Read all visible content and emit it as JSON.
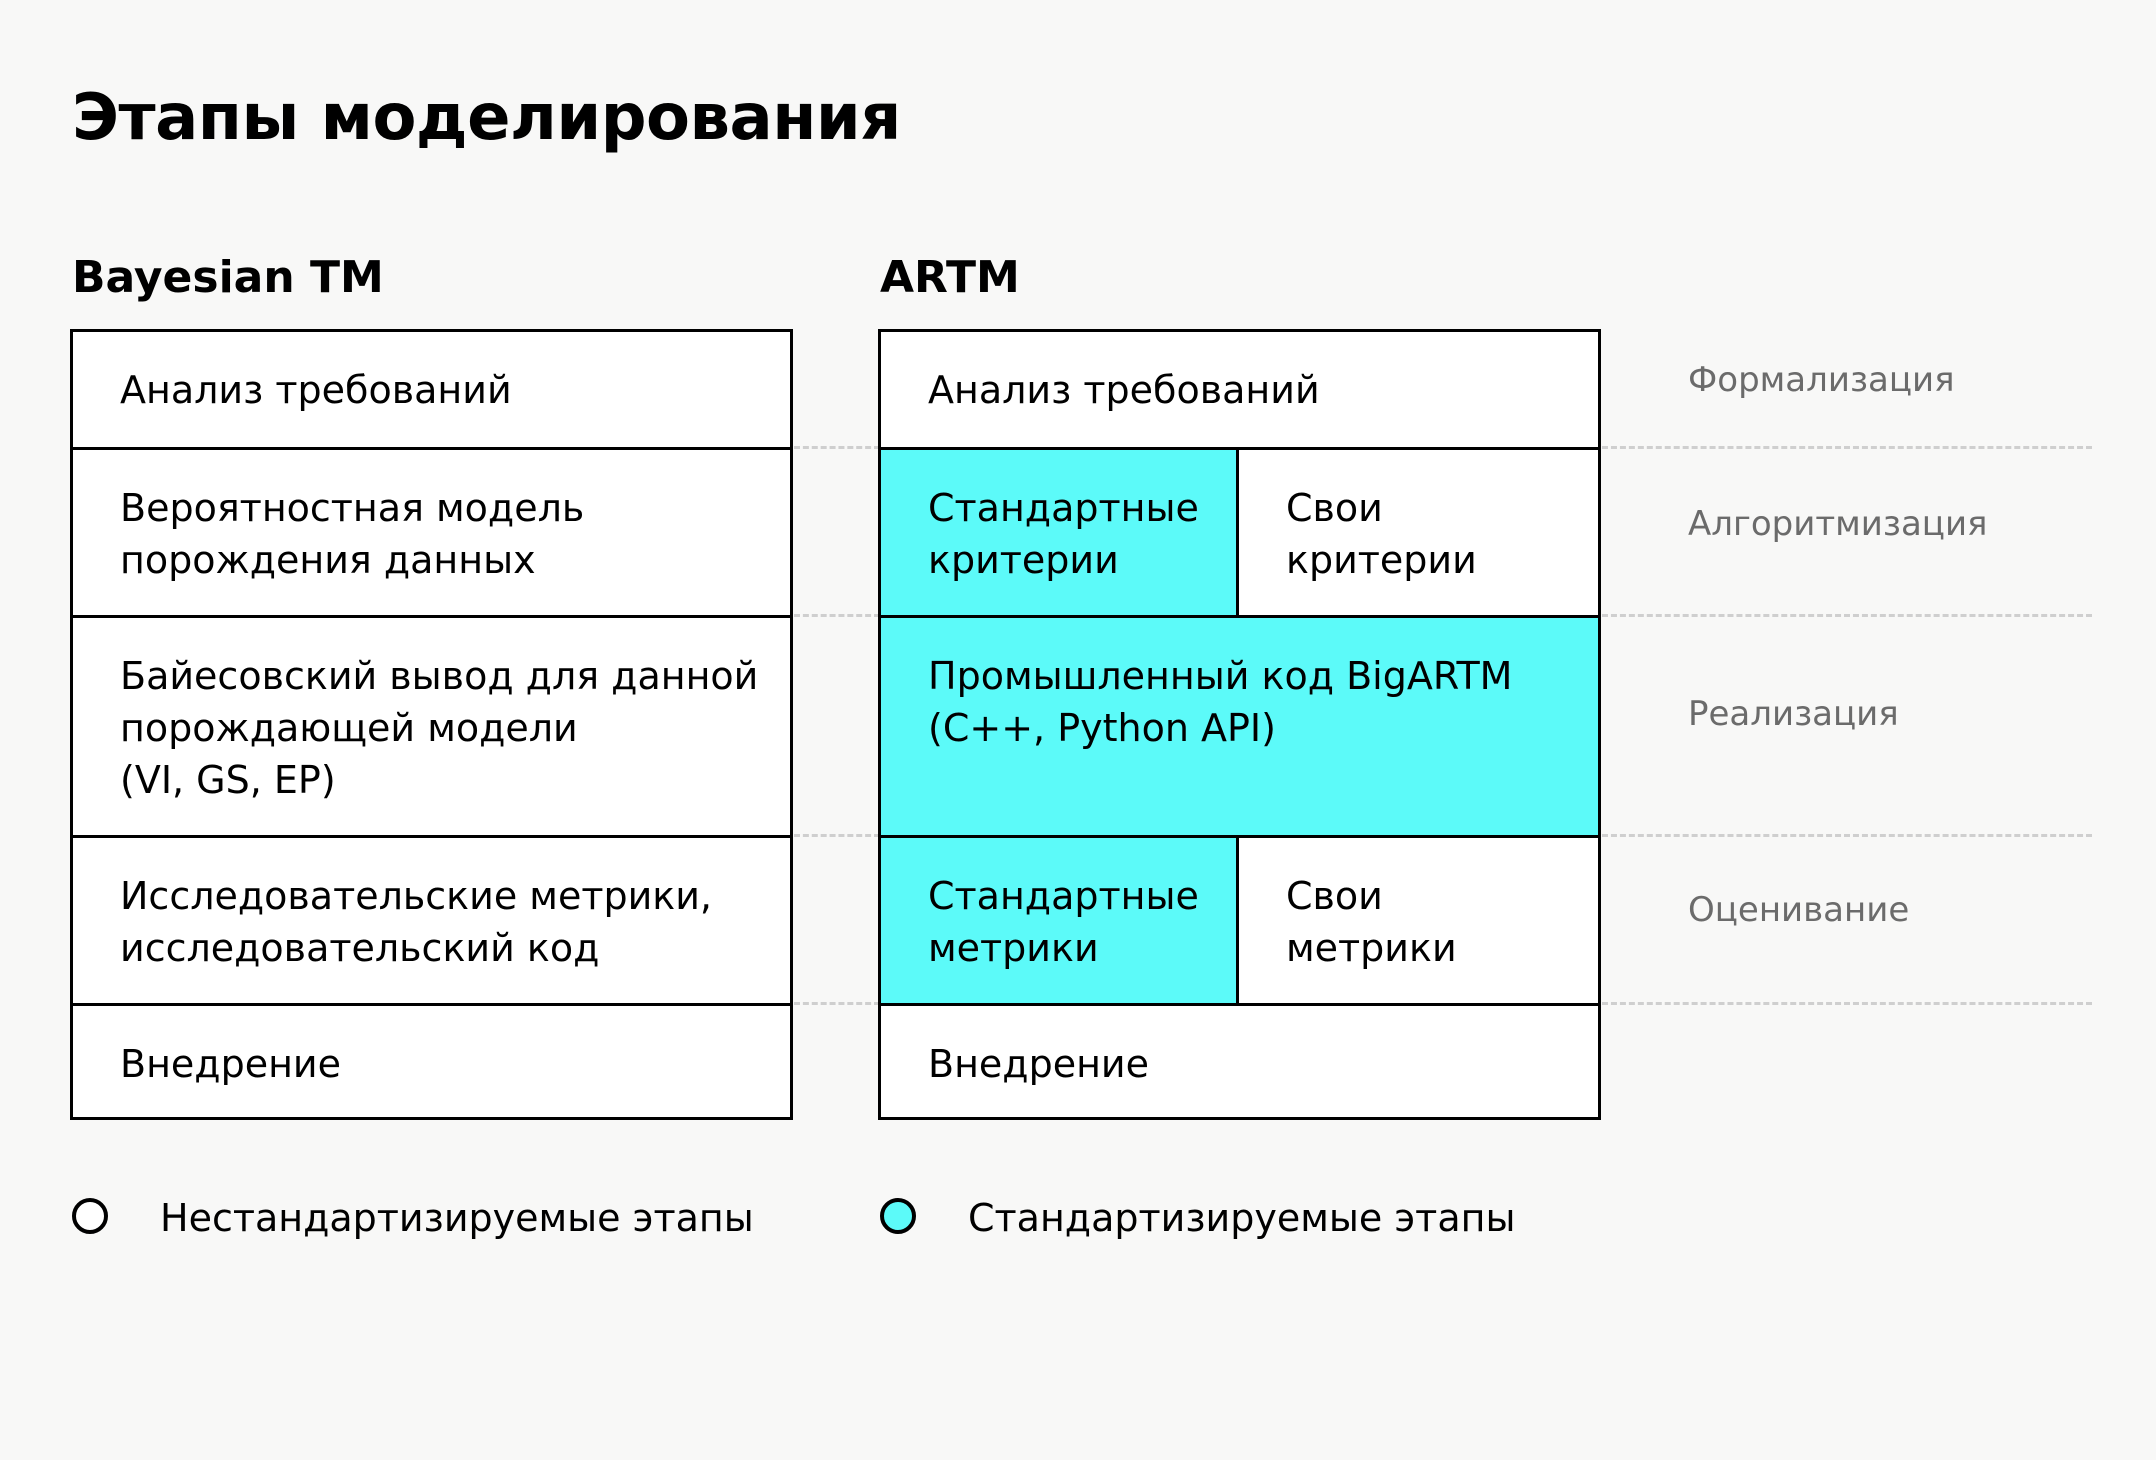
{
  "title": "Этапы моделирования",
  "colors": {
    "standard": "#5cfaf9",
    "nonstandard": "#ffffff",
    "border": "#000000",
    "stage_label": "#6b6b6b"
  },
  "bayesian": {
    "heading": "Bayesian TM",
    "rows": [
      "Анализ требований",
      "Вероятностная модель\nпорождения данных",
      "Байесовский вывод для данной\nпорождающей модели\n(VI, GS, EP)",
      "Исследовательские метрики,\nисследовательский код",
      "Внедрение"
    ]
  },
  "artm": {
    "heading": "ARTM",
    "rows": {
      "requirements": "Анализ требований",
      "std_criteria": "Стандартные\nкритерии",
      "own_criteria": "Свои\nкритерии",
      "bigartm": "Промышленный код BigARTM\n(C++, Python API)",
      "std_metrics": "Стандартные\nметрики",
      "own_metrics": "Свои\nметрики",
      "deployment": "Внедрение"
    }
  },
  "stages": [
    "Формализация",
    "Алгоритмизация",
    "Реализация",
    "Оценивание"
  ],
  "legend": {
    "nonstandard": "Нестандартизируемые этапы",
    "standard": "Стандартизируемые этапы"
  }
}
